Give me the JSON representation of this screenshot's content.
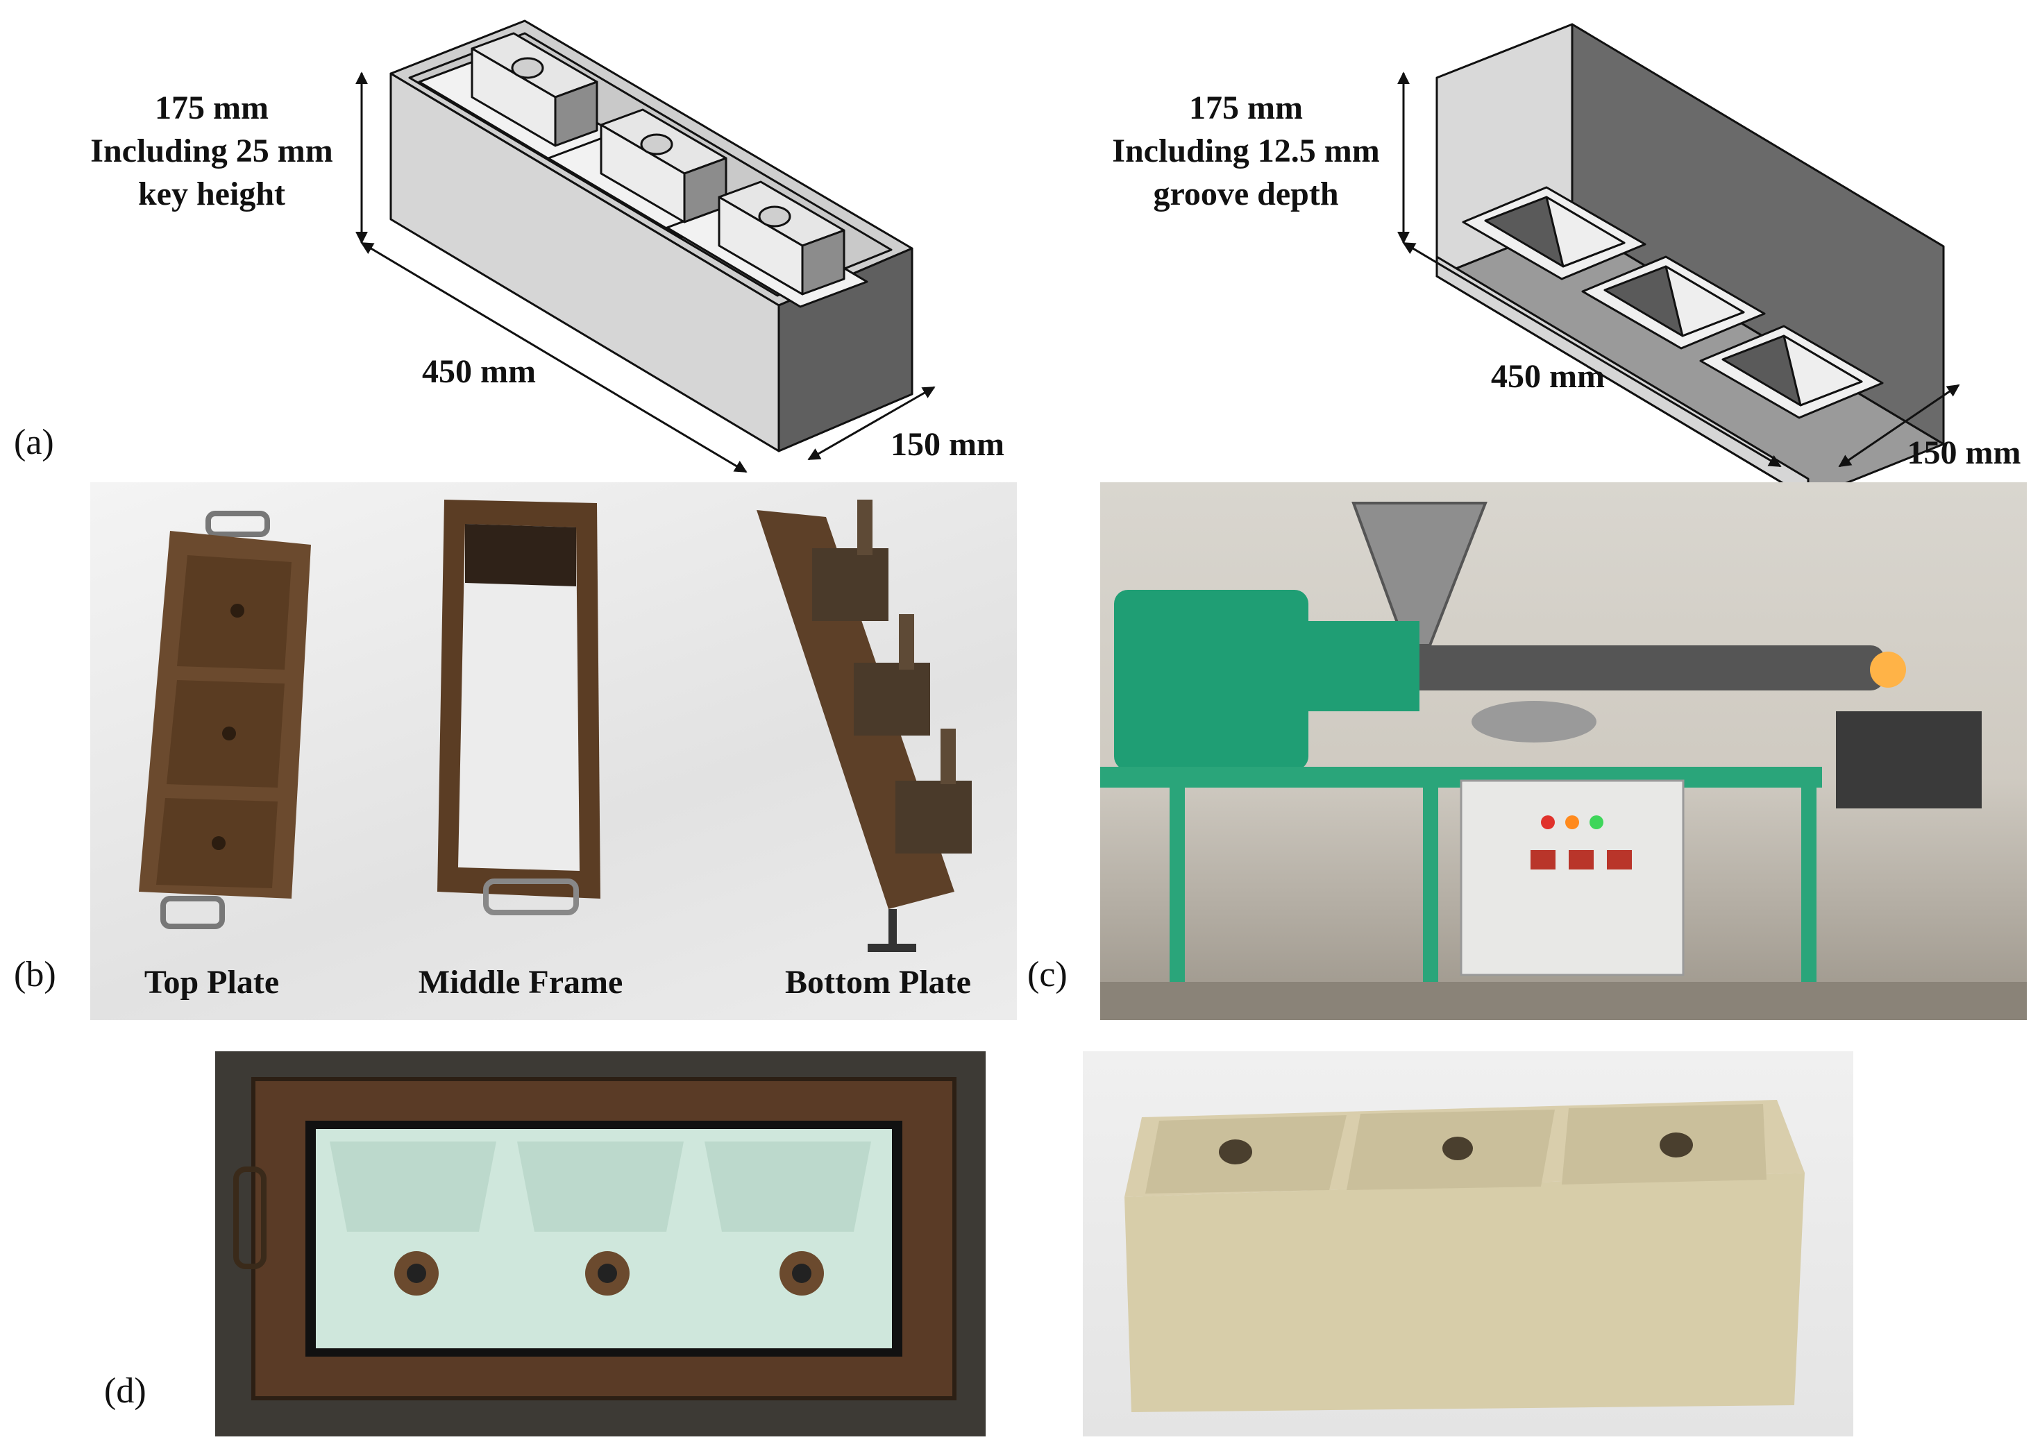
{
  "panel_a": {
    "tag": "(a)",
    "top_block": {
      "height_line1": "175 mm",
      "height_line2": "Including 25 mm",
      "height_line3": "key height",
      "length": "450 mm",
      "width": "150 mm"
    },
    "bottom_block": {
      "height_line1": "175 mm",
      "height_line2": "Including 12.5 mm",
      "height_line3": "groove depth",
      "length": "450 mm",
      "width": "150 mm"
    }
  },
  "panel_b": {
    "tag": "(b)",
    "labels": [
      "Top Plate",
      "Middle Frame",
      "Bottom Plate"
    ]
  },
  "panel_c": {
    "tag": "(c)"
  },
  "panel_d": {
    "tag": "(d)"
  },
  "colors": {
    "block_light": "#d6d6d6",
    "block_mid": "#9a9a9a",
    "block_dark": "#5f5f5f",
    "key_white": "#f2f2f2",
    "rust": "#6b4a2e",
    "machine_green": "#2aa57a",
    "foam": "#cfe7dc",
    "beige": "#d9ceac"
  }
}
